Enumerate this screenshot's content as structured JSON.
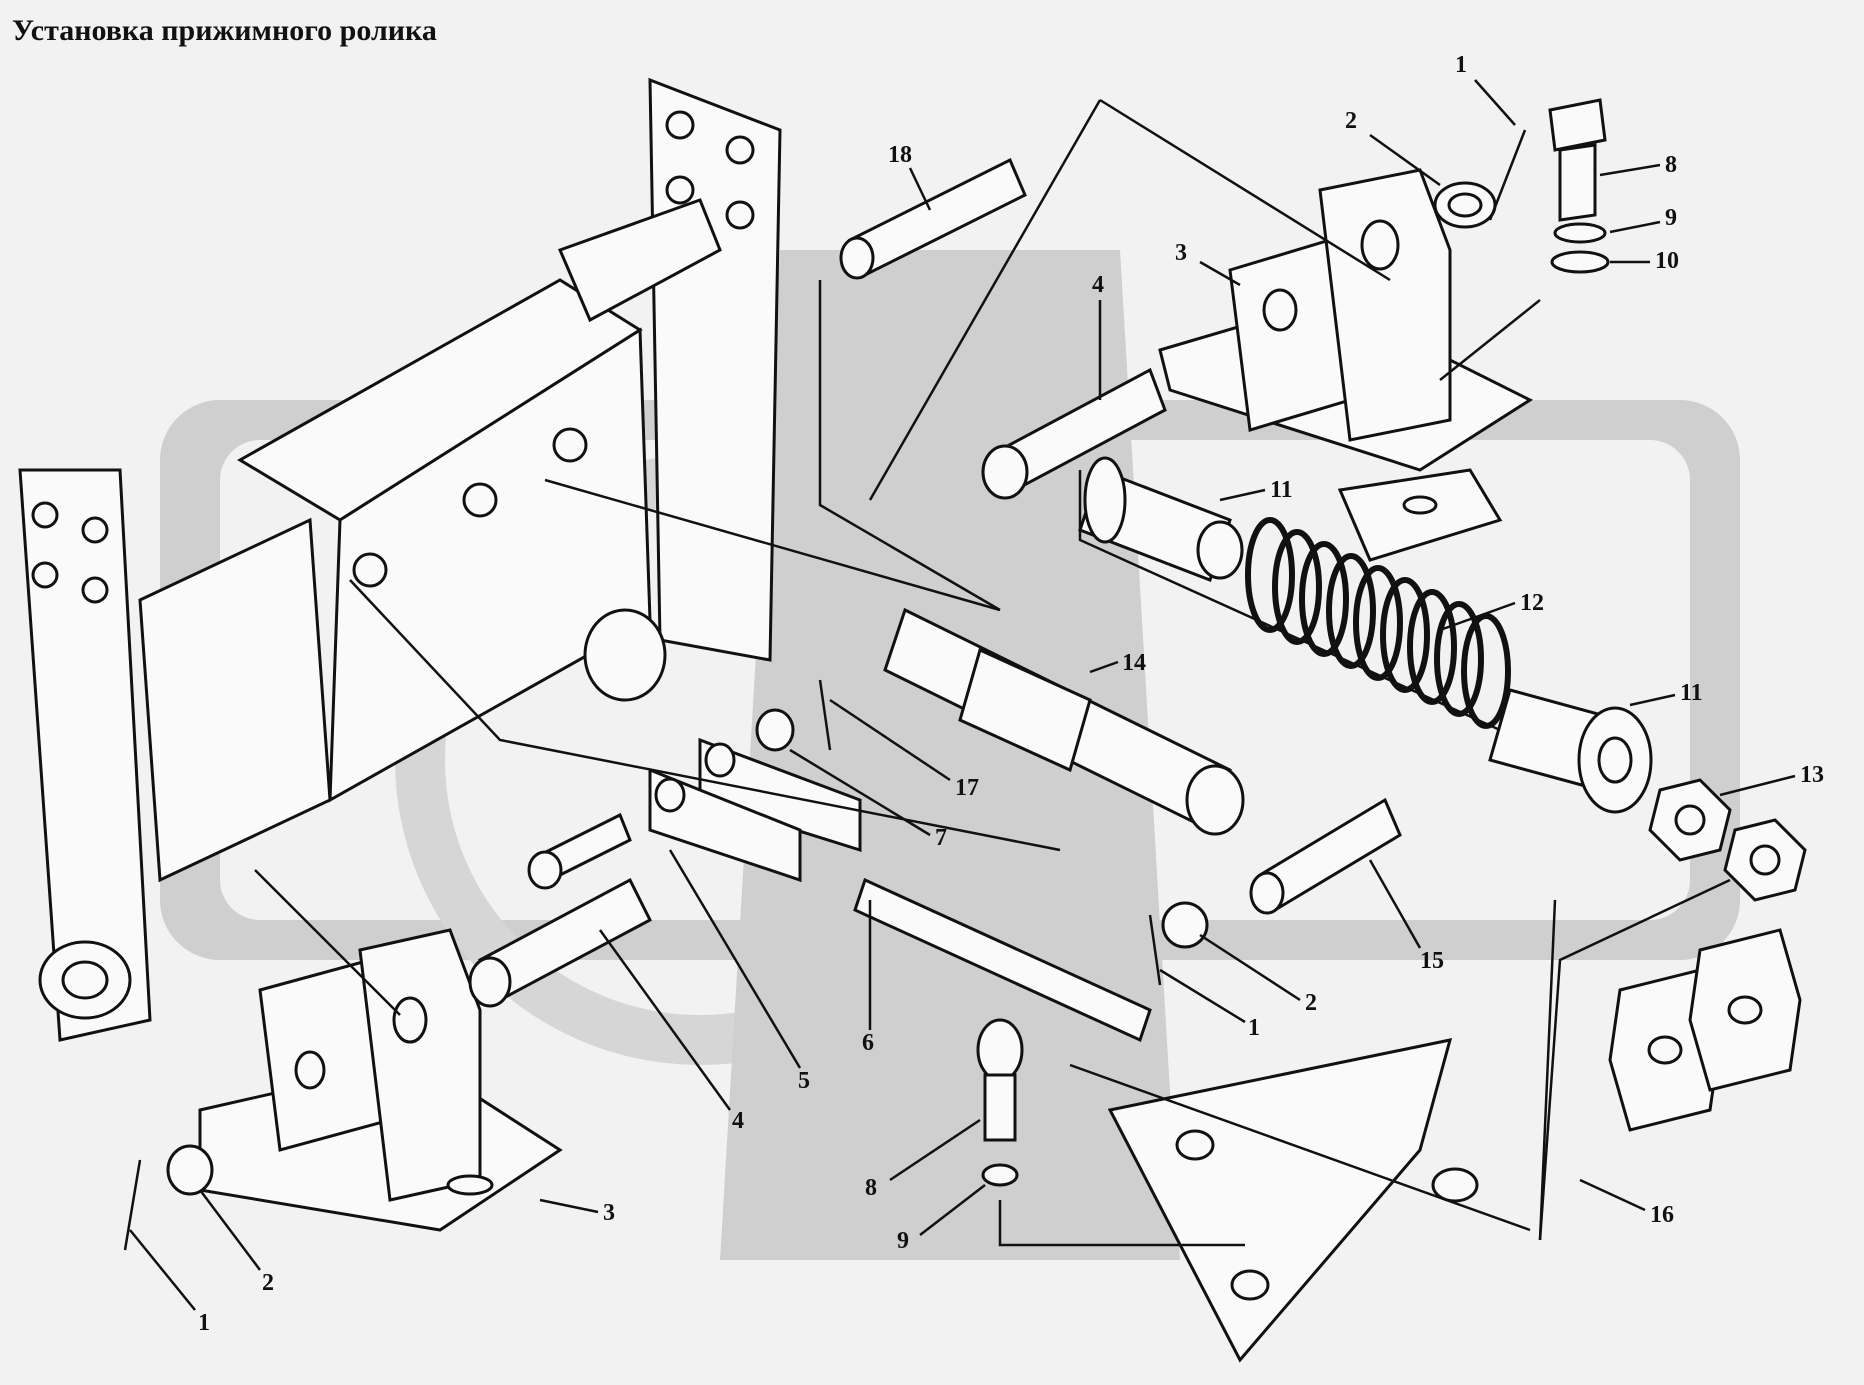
{
  "title": "Установка прижимного ролика",
  "watermark_color": "#cfcfcf",
  "callouts": [
    "1",
    "2",
    "3",
    "4",
    "5",
    "6",
    "7",
    "8",
    "9",
    "10",
    "11",
    "12",
    "13",
    "14",
    "15",
    "16",
    "17",
    "18"
  ]
}
